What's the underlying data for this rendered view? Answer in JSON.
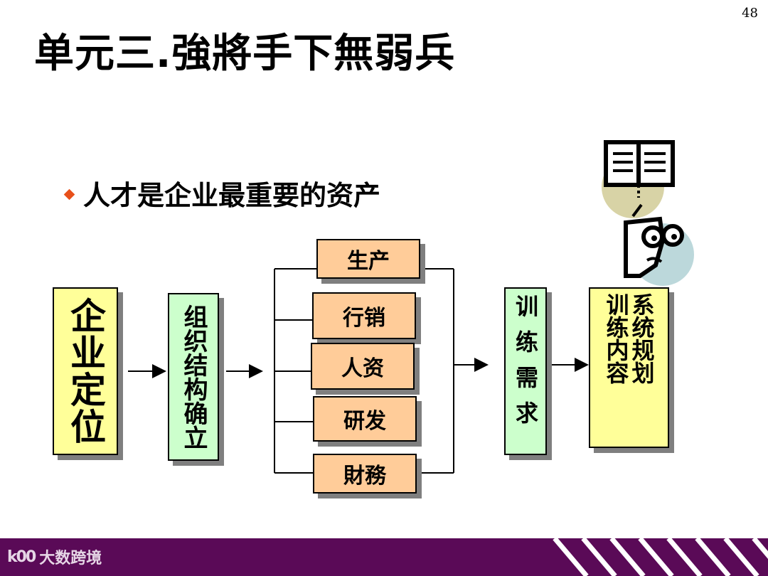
{
  "page_number": "48",
  "title": "单元三.強將手下無弱兵",
  "bullet": "人才是企业最重要的资产",
  "diagram": {
    "enterprise_positioning": "企业定位",
    "org_structure": "组织结构确立",
    "departments": [
      "生产",
      "行销",
      "人资",
      "研发",
      "財務"
    ],
    "training_needs": "训练需求",
    "system_plan": "系统规划",
    "training_content": "训练内容"
  },
  "footer": {
    "brand_logo": "k00",
    "brand_name": "大数跨境"
  },
  "colors": {
    "yellow_box": "#ffff99",
    "green_box": "#ccffcc",
    "orange_box": "#ffcc99",
    "bullet": "#e8501a",
    "footer_bar": "#5a0a57"
  },
  "icons": [
    "open-book-icon",
    "thinking-person-icon"
  ]
}
